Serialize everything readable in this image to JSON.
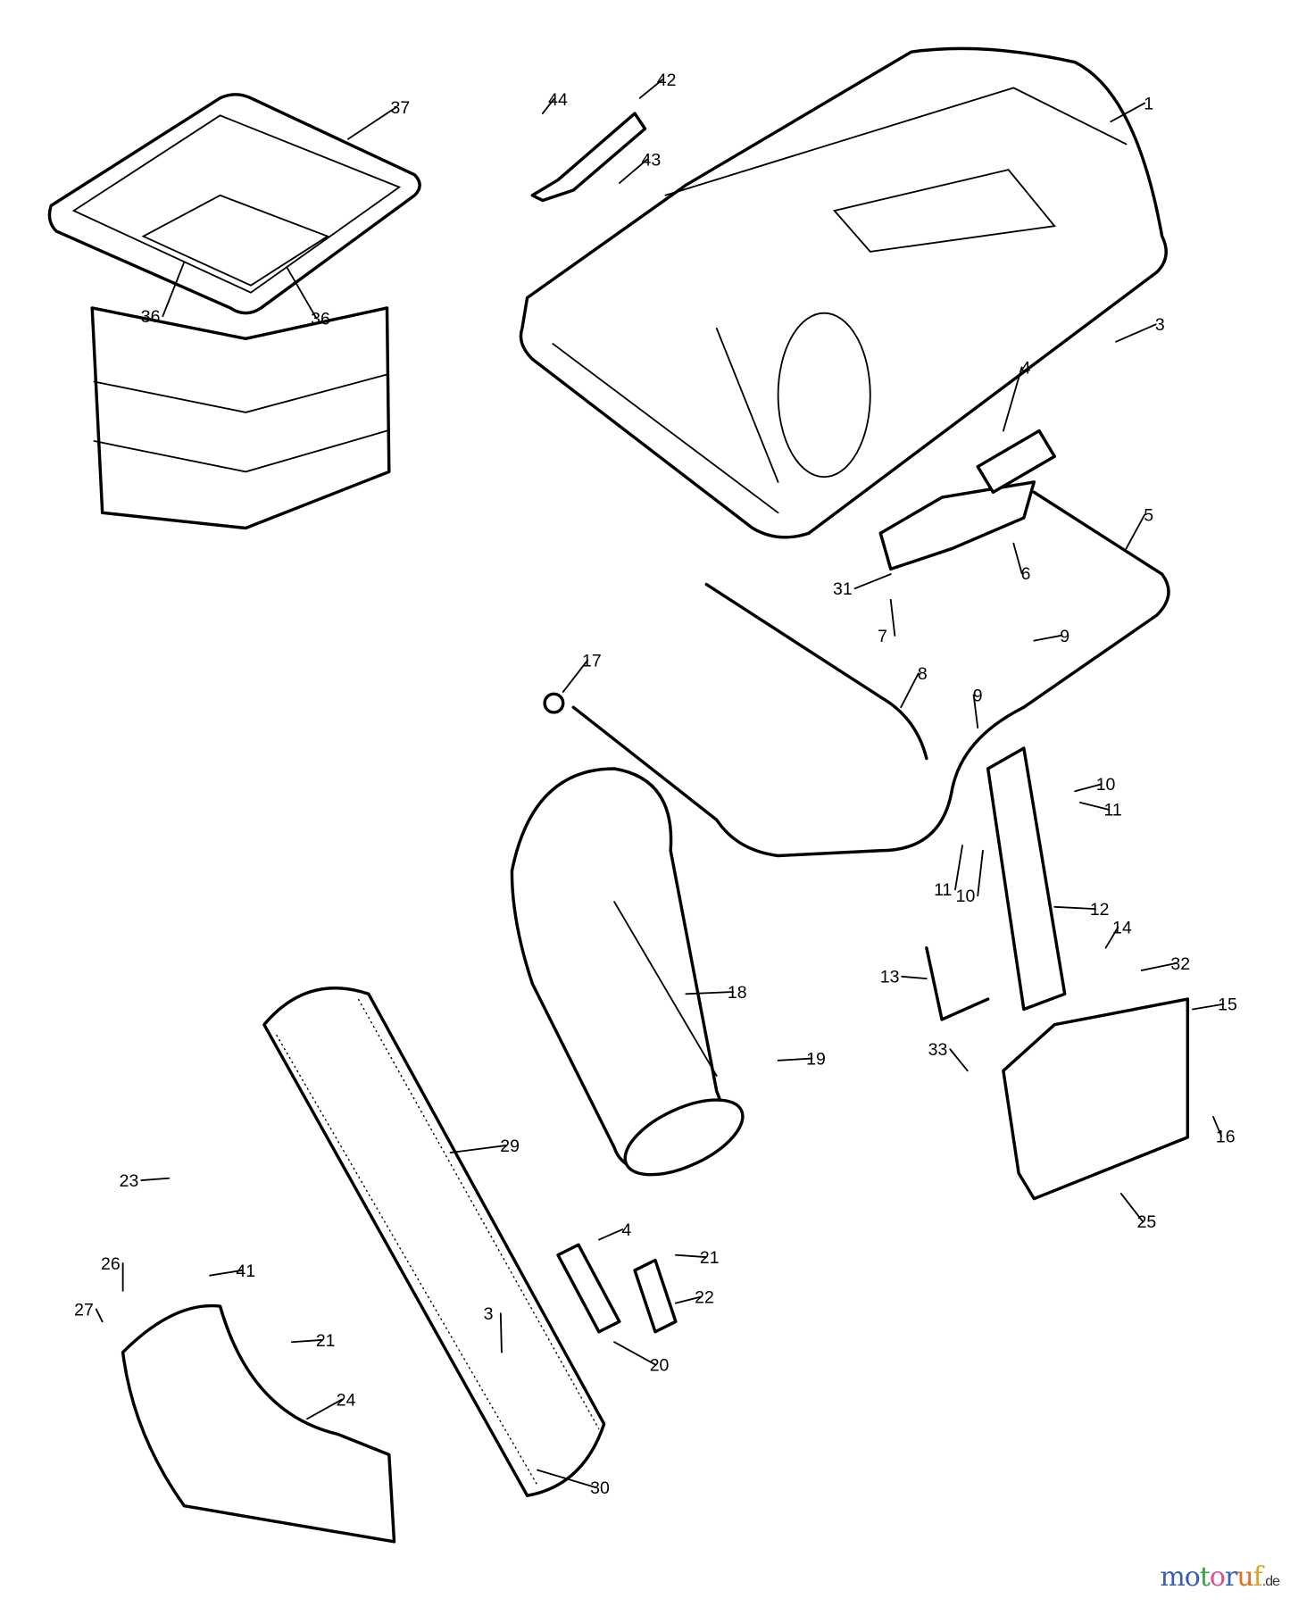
{
  "diagram": {
    "callouts": [
      "1",
      "42",
      "44",
      "43",
      "37",
      "36",
      "36",
      "3",
      "4",
      "5",
      "6",
      "31",
      "7",
      "9",
      "17",
      "8",
      "9",
      "10",
      "11",
      "11",
      "10",
      "12",
      "14",
      "32",
      "13",
      "18",
      "15",
      "19",
      "33",
      "16",
      "29",
      "23",
      "25",
      "4",
      "21",
      "26",
      "41",
      "22",
      "27",
      "21",
      "3",
      "20",
      "24",
      "30"
    ]
  },
  "logo": {
    "text": "motoruf",
    "suffix": ".de",
    "colors": [
      "#3a5fb0",
      "#3a5fb0",
      "#3aa040",
      "#e0508f",
      "#3a5fb0",
      "#e07020",
      "#e0a020"
    ]
  }
}
